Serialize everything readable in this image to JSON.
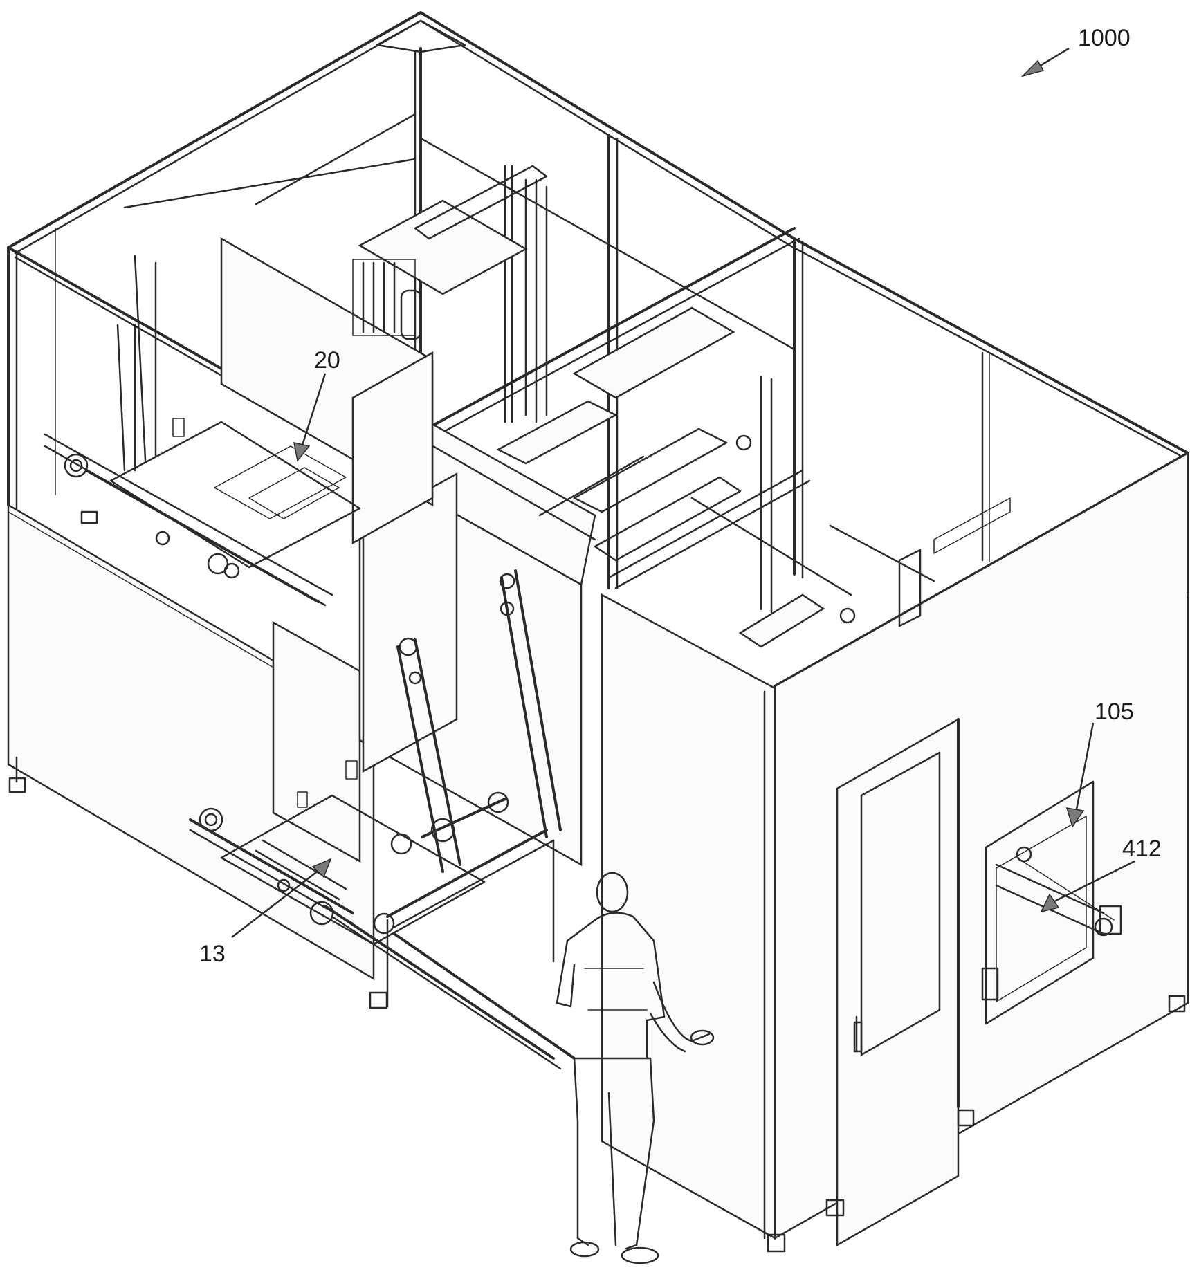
{
  "figure": {
    "labels": [
      {
        "id": "label-1000",
        "text": "1000"
      },
      {
        "id": "label-20",
        "text": "20"
      },
      {
        "id": "label-105",
        "text": "105"
      },
      {
        "id": "label-412",
        "text": "412"
      },
      {
        "id": "label-13",
        "text": "13"
      }
    ]
  }
}
